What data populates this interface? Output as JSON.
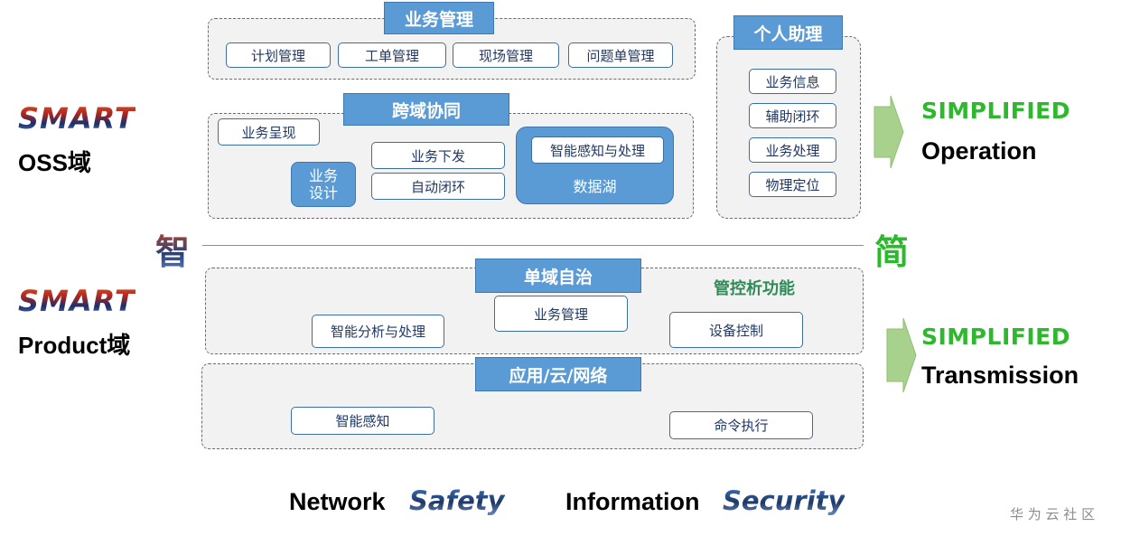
{
  "oss": {
    "smart": "SMART",
    "label": "OSS域",
    "business_mgmt": {
      "title": "业务管理",
      "items": [
        "计划管理",
        "工单管理",
        "现场管理",
        "问题单管理"
      ]
    },
    "cross_domain": {
      "title": "跨域协同",
      "biz_present": "业务呈现",
      "biz_design": "业务\n设计",
      "biz_dispatch": "业务下发",
      "auto_loop": "自动闭环",
      "lake_item": "智能感知与处理",
      "lake_label": "数据湖"
    },
    "assistant": {
      "title": "个人助理",
      "items": [
        "业务信息",
        "辅助闭环",
        "业务处理",
        "物理定位"
      ]
    },
    "simplified": "SIMPLIFIED",
    "operation": "Operation"
  },
  "center": {
    "left_char": "智",
    "right_char": "简"
  },
  "product": {
    "smart": "SMART",
    "label": "Product域",
    "single_domain": {
      "title": "单域自治",
      "subtitle": "管控析功能",
      "analysis": "智能分析与处理",
      "biz_mgmt": "业务管理",
      "device_ctrl": "设备控制"
    },
    "app_layer": {
      "title": "应用/云/网络",
      "perception": "智能感知",
      "command": "命令执行"
    },
    "simplified": "SIMPLIFIED",
    "transmission": "Transmission"
  },
  "bottom": {
    "network": "Network",
    "safety": "Safety",
    "information": "Information",
    "security": "Security"
  },
  "watermark": "华 为 云 社 区",
  "colors": {
    "accent_blue": "#5b9bd5",
    "simplified_green": "#2db82d",
    "arrow_green": "#a9d18e"
  }
}
